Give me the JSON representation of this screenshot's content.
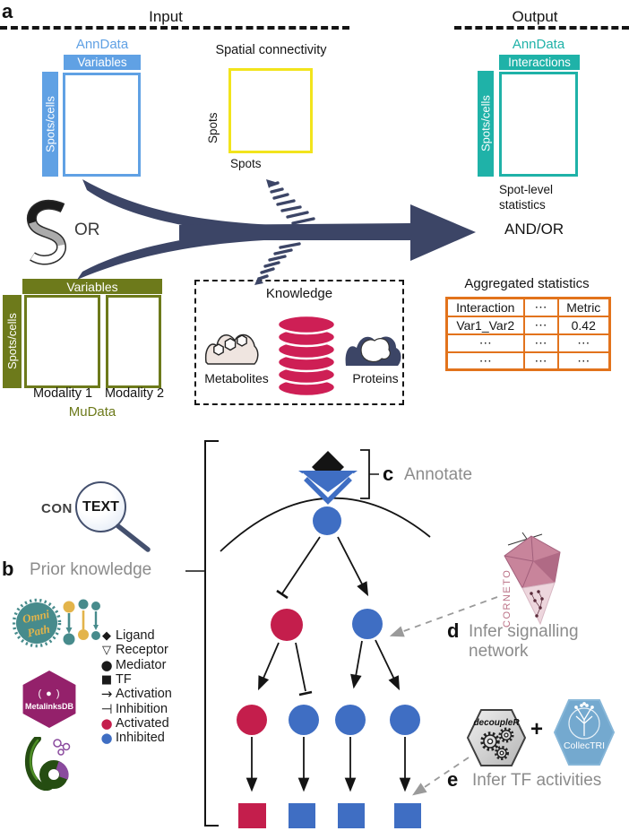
{
  "colors": {
    "navy": "#3C4566",
    "anndata_blue": "#60A1E4",
    "output_teal": "#1FB2A8",
    "mudata_olive": "#6D7A1B",
    "spatial_yellow": "#F2E41C",
    "table_orange": "#E2731C",
    "knowledge_crimson": "#CE1F55",
    "node_red": "#C41E4C",
    "node_blue": "#3F6EC3",
    "gray_text": "#8C8C8C",
    "metalinks_purple": "#94216B",
    "corneto_pink": "#C8849B",
    "collectri_blue": "#74A9CF",
    "omnipath_teal": "#478B8C",
    "omnipath_yellow": "#E3B44A"
  },
  "panel_a": {
    "label": "a",
    "input_header": "Input",
    "output_header": "Output",
    "or": "OR",
    "and_or": "AND/OR",
    "anndata_in": {
      "title": "AnnData",
      "columns_label": "Variables",
      "rows_label": "Spots/cells"
    },
    "spatial": {
      "title": "Spatial connectivity",
      "rows_label": "Spots",
      "cols_label": "Spots"
    },
    "anndata_out": {
      "title": "AnnData",
      "columns_label": "Interactions",
      "rows_label": "Spots/cells",
      "caption_line1": "Spot-level",
      "caption_line2": "statistics"
    },
    "mudata": {
      "columns_label": "Variables",
      "rows_label": "Spots/cells",
      "modality1": "Modality 1",
      "modality2": "Modality 2",
      "title": "MuData"
    },
    "knowledge": {
      "title": "Knowledge",
      "metabolites": "Metabolites",
      "proteins": "Proteins"
    },
    "aggregated": {
      "title": "Aggregated statistics",
      "headers": [
        "Interaction",
        "⋯",
        "Metric"
      ],
      "rows": [
        [
          "Var1_Var2",
          "⋯",
          "0.42"
        ],
        [
          "⋯",
          "⋯",
          "⋯"
        ],
        [
          "⋯",
          "⋯",
          "⋯"
        ]
      ]
    }
  },
  "panel_b": {
    "label": "b",
    "title": "Prior knowledge",
    "context": {
      "outside": "CON",
      "inside": "TEXT"
    },
    "logos": {
      "omnipath_line1": "Omni",
      "omnipath_line2": "Path",
      "metalinksdb_icon": "( ● )",
      "metalinksdb": "MetalinksDB"
    }
  },
  "legend": {
    "items": [
      {
        "symbol": "◆",
        "label": "Ligand"
      },
      {
        "symbol": "▽",
        "label": "Receptor"
      },
      {
        "symbol": "●",
        "label": "Mediator"
      },
      {
        "symbol": "■",
        "label": "TF"
      },
      {
        "symbol": "→",
        "label": "Activation"
      },
      {
        "symbol": "⊣",
        "label": "Inhibition"
      },
      {
        "symbol": "●",
        "label": "Activated"
      },
      {
        "symbol": "●",
        "label": "Inhibited"
      }
    ]
  },
  "panel_c": {
    "label": "c",
    "title": "Annotate"
  },
  "panel_d": {
    "label": "d",
    "title_line1": "Infer signalling",
    "title_line2": "network",
    "logo": "CORNETO"
  },
  "panel_e": {
    "label": "e",
    "title": "Infer TF activities",
    "logo_left": "decoupleR",
    "plus": "+",
    "logo_right": "CollecTRI"
  }
}
